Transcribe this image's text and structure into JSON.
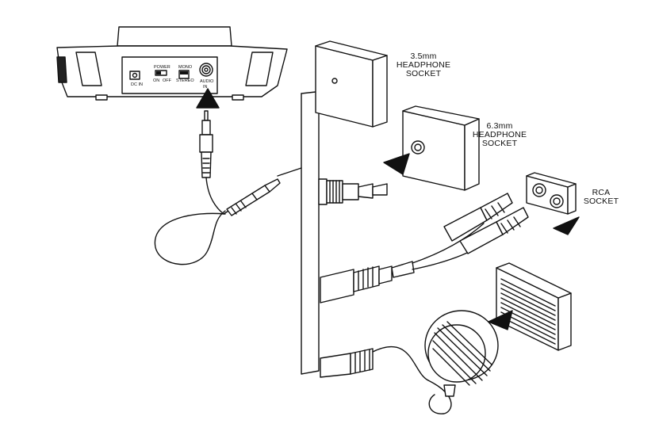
{
  "labels": {
    "socket_35": [
      "3.5mm",
      "HEADPHONE",
      "SOCKET"
    ],
    "socket_63": [
      "6.3mm",
      "HEADPHONE",
      "SOCKET"
    ],
    "rca": [
      "RCA",
      "SOCKET"
    ]
  },
  "base_panel": {
    "dc_in": "DC IN",
    "power": "POWER",
    "on": "ON",
    "off": "OFF",
    "mono": "MONO",
    "stereo": "STEREO",
    "audio": "AUDIO",
    "in": "IN"
  }
}
